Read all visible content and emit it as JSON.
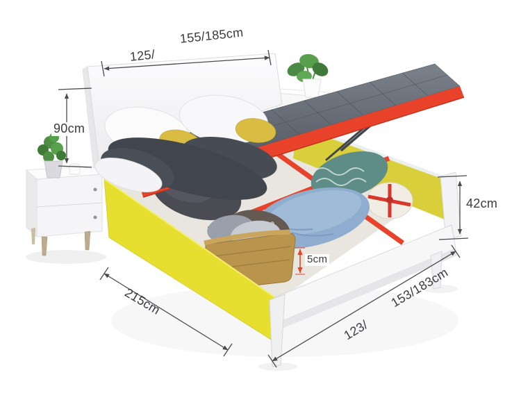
{
  "image": {
    "type": "product-dimension-diagram",
    "subject": "lift-up hydraulic storage bed shown open with bedding inside, headboard with pillows, two bedside tables with plants"
  },
  "colors": {
    "background": "#ffffff",
    "side_panel_yellow": "#e7df2f",
    "inner_panel_yellow": "#d8cf3a",
    "mattress_frame_red": "#e8432a",
    "mattress_gray_dark": "#4c525b",
    "mattress_gray_light": "#7b828c",
    "frame_white": "#f6f6f8",
    "dimension_line": "#4a4a4c",
    "blanket_blue": "#8fadce",
    "blanket_teal": "#5e8c86",
    "basket_tan": "#b8944d",
    "plant_green": "#4e8c46"
  },
  "dimensions": {
    "headboard_width_part1": "125/",
    "headboard_width_part2": "155/185cm",
    "headboard_height": "90cm",
    "storage_height": "42cm",
    "rail_thickness": "5cm",
    "bed_length": "215cm",
    "bed_width_part1": "123/",
    "bed_width_part2": "153/183cm"
  }
}
